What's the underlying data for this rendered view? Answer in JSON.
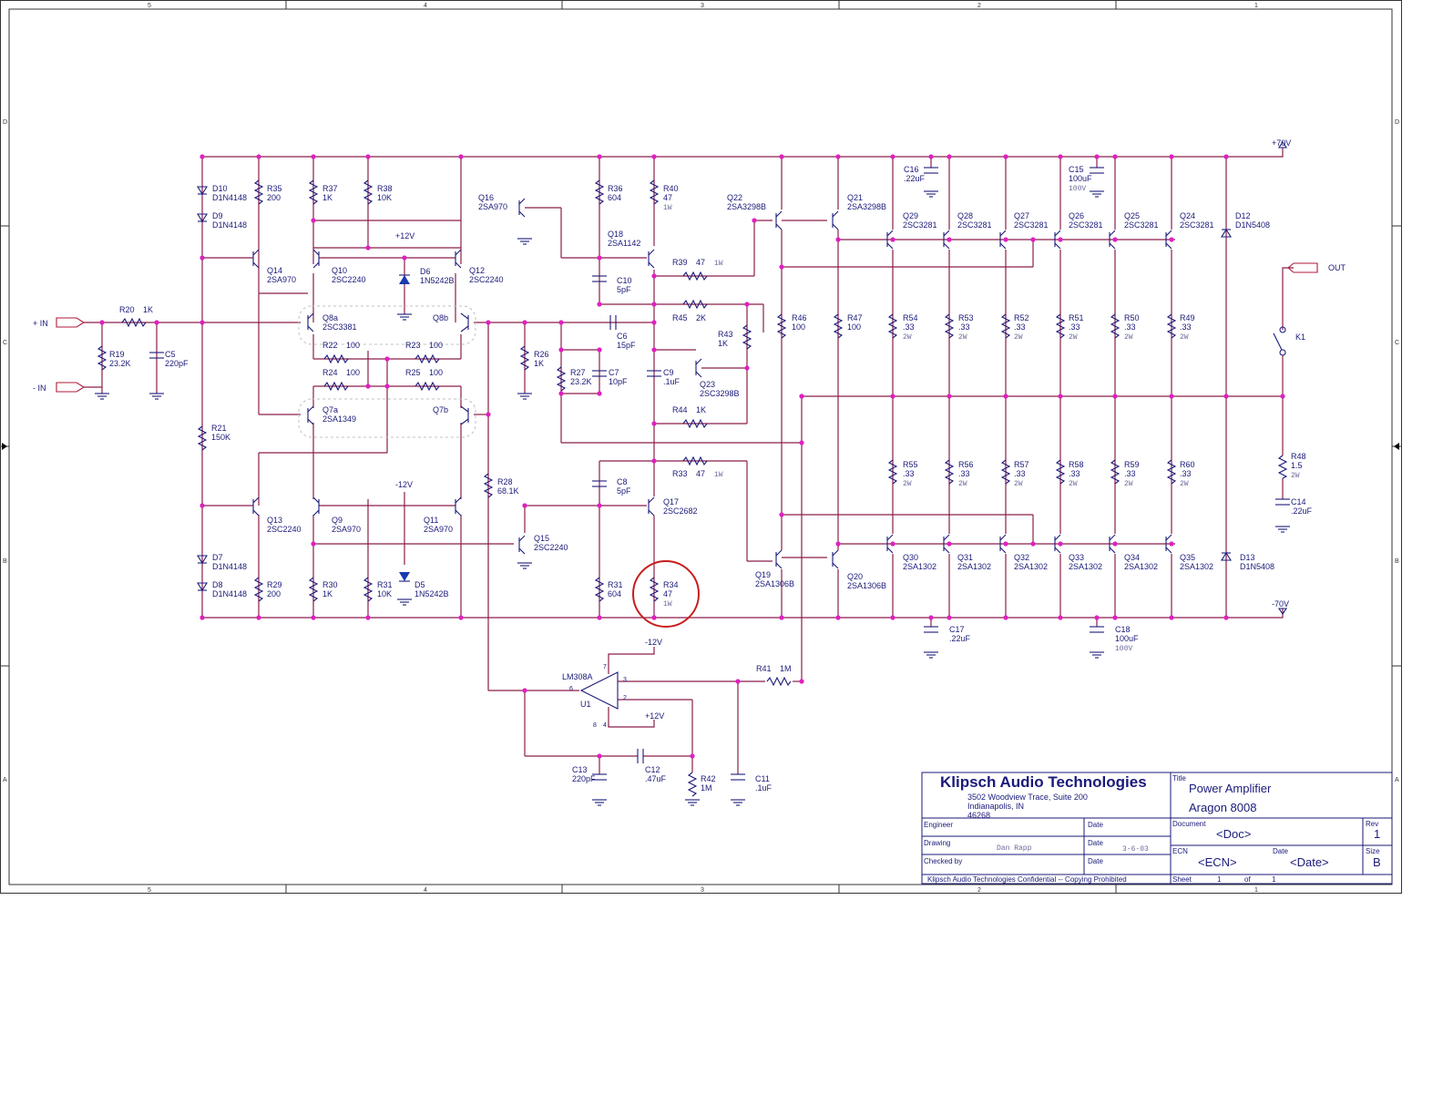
{
  "grid": {
    "columns": [
      "5",
      "4",
      "3",
      "2",
      "1"
    ],
    "rows": [
      "D",
      "C",
      "B",
      "A"
    ]
  },
  "rails": {
    "pos70": "+70V",
    "neg70": "-70V",
    "pos12_top": "+12V",
    "neg12_mid": "-12V",
    "neg12_opamp": "-12V",
    "pos12_opamp": "+12V"
  },
  "ports": {
    "in_pos": "+ IN",
    "in_neg": "- IN",
    "out": "OUT"
  },
  "relay": "K1",
  "opamp": {
    "part": "LM308A",
    "ref": "U1",
    "pins": [
      "7",
      "6",
      "3",
      "2",
      "8",
      "4"
    ]
  },
  "components": [
    {
      "id": "R20",
      "ref": "R20",
      "value": "1K"
    },
    {
      "id": "R19",
      "ref": "R19",
      "value": "23.2K"
    },
    {
      "id": "C5",
      "ref": "C5",
      "value": "220pF"
    },
    {
      "id": "D10",
      "ref": "D10",
      "value": "D1N4148"
    },
    {
      "id": "D9",
      "ref": "D9",
      "value": "D1N4148"
    },
    {
      "id": "R35",
      "ref": "R35",
      "value": "200"
    },
    {
      "id": "R37",
      "ref": "R37",
      "value": "1K"
    },
    {
      "id": "R38",
      "ref": "R38",
      "value": "10K"
    },
    {
      "id": "Q14",
      "ref": "Q14",
      "value": "2SA970"
    },
    {
      "id": "Q10",
      "ref": "Q10",
      "value": "2SC2240"
    },
    {
      "id": "D6",
      "ref": "D6",
      "value": "1N5242B"
    },
    {
      "id": "Q12",
      "ref": "Q12",
      "value": "2SC2240"
    },
    {
      "id": "Q8a",
      "ref": "Q8a",
      "value": "2SC3381"
    },
    {
      "id": "Q8b",
      "ref": "Q8b",
      "value": ""
    },
    {
      "id": "R22",
      "ref": "R22",
      "value": "100"
    },
    {
      "id": "R23",
      "ref": "R23",
      "value": "100"
    },
    {
      "id": "R24",
      "ref": "R24",
      "value": "100"
    },
    {
      "id": "R25",
      "ref": "R25",
      "value": "100"
    },
    {
      "id": "Q7a",
      "ref": "Q7a",
      "value": "2SA1349"
    },
    {
      "id": "Q7b",
      "ref": "Q7b",
      "value": ""
    },
    {
      "id": "R21",
      "ref": "R21",
      "value": "150K"
    },
    {
      "id": "Q13",
      "ref": "Q13",
      "value": "2SC2240"
    },
    {
      "id": "Q9",
      "ref": "Q9",
      "value": "2SA970"
    },
    {
      "id": "Q11",
      "ref": "Q11",
      "value": "2SA970"
    },
    {
      "id": "D7",
      "ref": "D7",
      "value": "D1N4148"
    },
    {
      "id": "D8",
      "ref": "D8",
      "value": "D1N4148"
    },
    {
      "id": "R29",
      "ref": "R29",
      "value": "200"
    },
    {
      "id": "R30",
      "ref": "R30",
      "value": "1K"
    },
    {
      "id": "R31a",
      "ref": "R31",
      "value": "10K"
    },
    {
      "id": "D5",
      "ref": "D5",
      "value": "1N5242B"
    },
    {
      "id": "Q16",
      "ref": "Q16",
      "value": "2SA970"
    },
    {
      "id": "R36",
      "ref": "R36",
      "value": "604"
    },
    {
      "id": "Q18",
      "ref": "Q18",
      "value": "2SA1142"
    },
    {
      "id": "R40",
      "ref": "R40",
      "value": "47",
      "rating": "1W"
    },
    {
      "id": "C10",
      "ref": "C10",
      "value": "5pF"
    },
    {
      "id": "R39",
      "ref": "R39",
      "value": "47",
      "rating": "1W"
    },
    {
      "id": "R45",
      "ref": "R45",
      "value": "2K"
    },
    {
      "id": "R43",
      "ref": "R43",
      "value": "1K"
    },
    {
      "id": "C6",
      "ref": "C6",
      "value": "15pF"
    },
    {
      "id": "R26",
      "ref": "R26",
      "value": "1K"
    },
    {
      "id": "R27",
      "ref": "R27",
      "value": "23.2K"
    },
    {
      "id": "C7",
      "ref": "C7",
      "value": "10pF"
    },
    {
      "id": "C9",
      "ref": "C9",
      "value": ".1uF"
    },
    {
      "id": "Q23",
      "ref": "Q23",
      "value": "2SC3298B"
    },
    {
      "id": "R44",
      "ref": "R44",
      "value": "1K"
    },
    {
      "id": "R28",
      "ref": "R28",
      "value": "68.1K"
    },
    {
      "id": "C8",
      "ref": "C8",
      "value": "5pF"
    },
    {
      "id": "R33",
      "ref": "R33",
      "value": "47",
      "rating": "1W"
    },
    {
      "id": "Q17",
      "ref": "Q17",
      "value": "2SC2682"
    },
    {
      "id": "Q15",
      "ref": "Q15",
      "value": "2SC2240"
    },
    {
      "id": "R31b",
      "ref": "R31",
      "value": "604"
    },
    {
      "id": "R34",
      "ref": "R34",
      "value": "47",
      "rating": "1W"
    },
    {
      "id": "Q22",
      "ref": "Q22",
      "value": "2SA3298B"
    },
    {
      "id": "Q21",
      "ref": "Q21",
      "value": "2SA3298B"
    },
    {
      "id": "R46",
      "ref": "R46",
      "value": "100"
    },
    {
      "id": "R47",
      "ref": "R47",
      "value": "100"
    },
    {
      "id": "Q19",
      "ref": "Q19",
      "value": "2SA1306B"
    },
    {
      "id": "Q20",
      "ref": "Q20",
      "value": "2SA1306B"
    },
    {
      "id": "C16",
      "ref": "C16",
      "value": ".22uF"
    },
    {
      "id": "C15",
      "ref": "C15",
      "value": "100uF",
      "rating": "100V"
    },
    {
      "id": "Q29",
      "ref": "Q29",
      "value": "2SC3281"
    },
    {
      "id": "Q28",
      "ref": "Q28",
      "value": "2SC3281"
    },
    {
      "id": "Q27",
      "ref": "Q27",
      "value": "2SC3281"
    },
    {
      "id": "Q26",
      "ref": "Q26",
      "value": "2SC3281"
    },
    {
      "id": "Q25",
      "ref": "Q25",
      "value": "2SC3281"
    },
    {
      "id": "Q24",
      "ref": "Q24",
      "value": "2SC3281"
    },
    {
      "id": "D12",
      "ref": "D12",
      "value": "D1N5408"
    },
    {
      "id": "R54",
      "ref": "R54",
      "value": ".33",
      "rating": "2W"
    },
    {
      "id": "R53",
      "ref": "R53",
      "value": ".33",
      "rating": "2W"
    },
    {
      "id": "R52",
      "ref": "R52",
      "value": ".33",
      "rating": "2W"
    },
    {
      "id": "R51",
      "ref": "R51",
      "value": ".33",
      "rating": "2W"
    },
    {
      "id": "R50",
      "ref": "R50",
      "value": ".33",
      "rating": "2W"
    },
    {
      "id": "R49",
      "ref": "R49",
      "value": ".33",
      "rating": "2W"
    },
    {
      "id": "R55",
      "ref": "R55",
      "value": ".33",
      "rating": "2W"
    },
    {
      "id": "R56",
      "ref": "R56",
      "value": ".33",
      "rating": "2W"
    },
    {
      "id": "R57",
      "ref": "R57",
      "value": ".33",
      "rating": "2W"
    },
    {
      "id": "R58",
      "ref": "R58",
      "value": ".33",
      "rating": "2W"
    },
    {
      "id": "R59",
      "ref": "R59",
      "value": ".33",
      "rating": "2W"
    },
    {
      "id": "R60",
      "ref": "R60",
      "value": ".33",
      "rating": "2W"
    },
    {
      "id": "Q30",
      "ref": "Q30",
      "value": "2SA1302"
    },
    {
      "id": "Q31",
      "ref": "Q31",
      "value": "2SA1302"
    },
    {
      "id": "Q32",
      "ref": "Q32",
      "value": "2SA1302"
    },
    {
      "id": "Q33",
      "ref": "Q33",
      "value": "2SA1302"
    },
    {
      "id": "Q34",
      "ref": "Q34",
      "value": "2SA1302"
    },
    {
      "id": "Q35",
      "ref": "Q35",
      "value": "2SA1302"
    },
    {
      "id": "D13",
      "ref": "D13",
      "value": "D1N5408"
    },
    {
      "id": "R48",
      "ref": "R48",
      "value": "1.5",
      "rating": "2W"
    },
    {
      "id": "C14",
      "ref": "C14",
      "value": ".22uF"
    },
    {
      "id": "C17",
      "ref": "C17",
      "value": ".22uF"
    },
    {
      "id": "C18",
      "ref": "C18",
      "value": "100uF",
      "rating": "100V"
    },
    {
      "id": "R41",
      "ref": "R41",
      "value": "1M"
    },
    {
      "id": "C13",
      "ref": "C13",
      "value": "220pF"
    },
    {
      "id": "C12",
      "ref": "C12",
      "value": ".47uF"
    },
    {
      "id": "R42",
      "ref": "R42",
      "value": "1M"
    },
    {
      "id": "C11",
      "ref": "C11",
      "value": ".1uF"
    }
  ],
  "title_block": {
    "company": "Klipsch Audio Technologies",
    "address1": "3502 Woodview Trace, Suite 200",
    "address2": "Indianapolis, IN",
    "zip": "46268",
    "title_label": "Title",
    "title1": "Power Amplifier",
    "title2": "Aragon 8008",
    "engineer_label": "Engineer",
    "date_label": "Date",
    "drawing_label": "Drawing",
    "drawing_name": "Dan Rapp",
    "drawing_date": "3-6-03",
    "checked_label": "Checked by",
    "document_label": "Document",
    "document_value": "<Doc>",
    "rev_label": "Rev",
    "rev_value": "1",
    "ecn_label": "ECN",
    "ecn_value": "<ECN>",
    "date2_label": "Date",
    "date2_value": "<Date>",
    "size_label": "Size",
    "size_value": "B",
    "confidential": "Klipsch Audio Technologies Confidential -- Copying Prohibited",
    "sheet_label": "Sheet",
    "sheet_num": "1",
    "of_label": "of",
    "sheet_total": "1"
  },
  "colors": {
    "wire": "#8a1f4a",
    "component": "#1a1a7a",
    "junction": "#e020c0",
    "highlight": "#c81e1e"
  }
}
